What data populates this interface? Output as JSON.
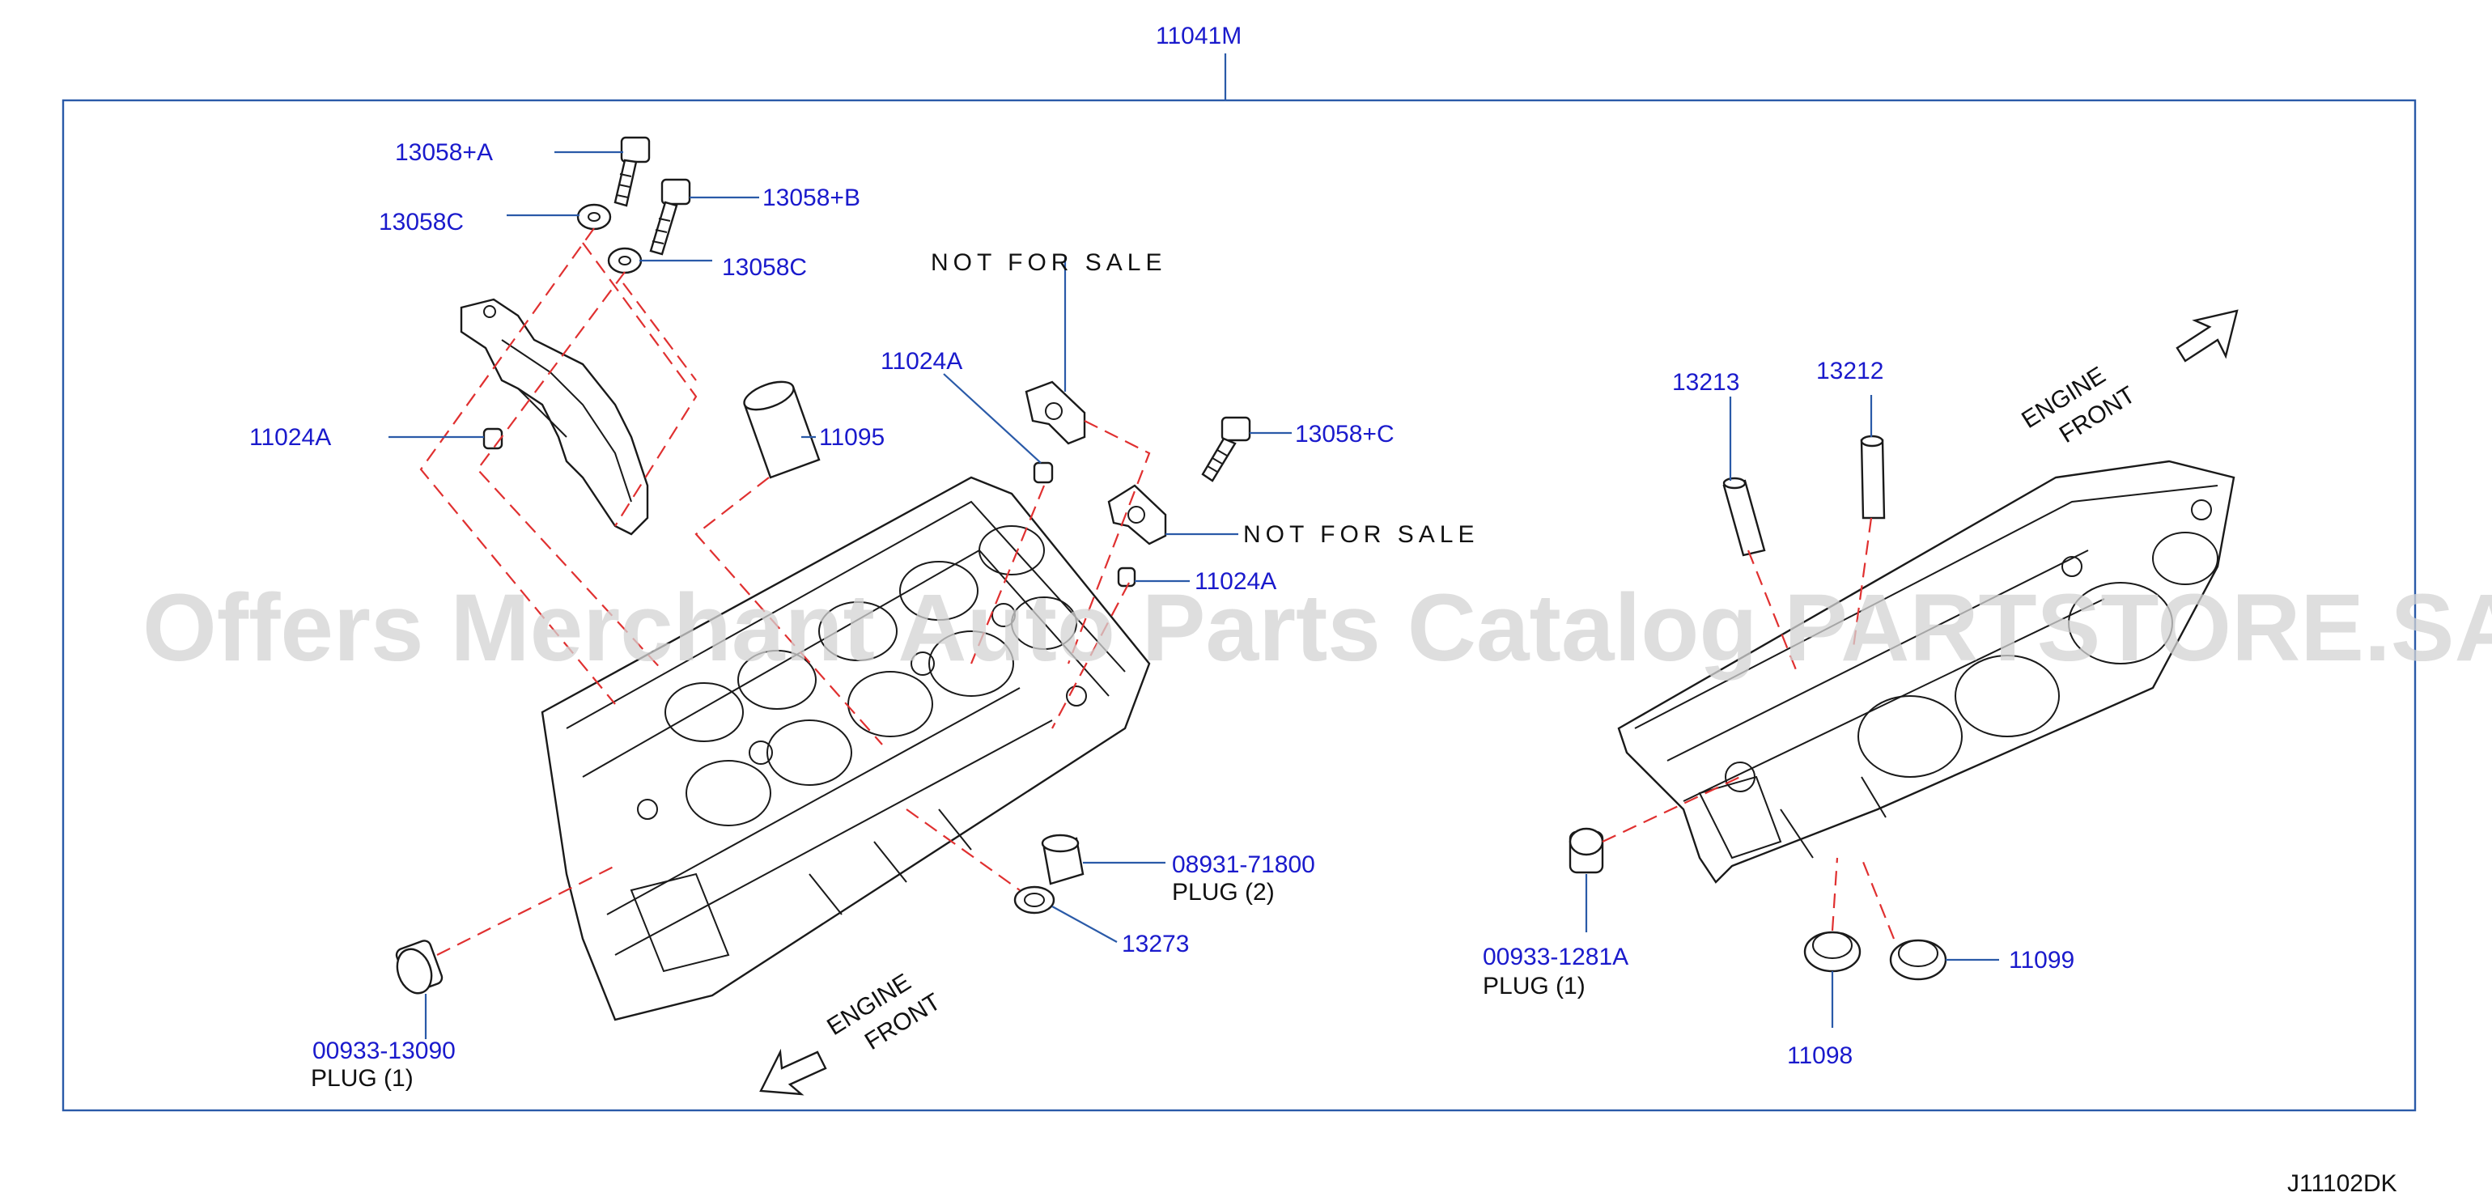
{
  "diagram_code": "J11102DK",
  "watermark": "Offers Merchant Auto Parts Catalog PARTSTORE.SA",
  "frame_label": "11041M",
  "callouts": {
    "c_13058a": "13058+A",
    "c_13058c_1": "13058C",
    "c_13058b": "13058+B",
    "c_13058c_2": "13058C",
    "c_nfs_1": "NOT  FOR  SALE",
    "c_11024a_1": "11024A",
    "c_11024a_2": "11024A",
    "c_11095": "11095",
    "c_13058cc": "13058+C",
    "c_nfs_2": "NOT  FOR  SALE",
    "c_11024a_3": "11024A",
    "c_08931": "08931-71800",
    "c_plug2": "PLUG  (2)",
    "c_13273": "13273",
    "c_00933_13090": "00933-13090",
    "c_plug1_left": "PLUG  (1)",
    "c_13213": "13213",
    "c_13212": "13212",
    "c_00933_1281a": "00933-1281A",
    "c_plug1_right": "PLUG  (1)",
    "c_11099": "11099",
    "c_11098": "11098"
  },
  "engine_front_left": [
    "ENGINE",
    "FRONT"
  ],
  "engine_front_right": [
    "ENGINE",
    "FRONT"
  ]
}
